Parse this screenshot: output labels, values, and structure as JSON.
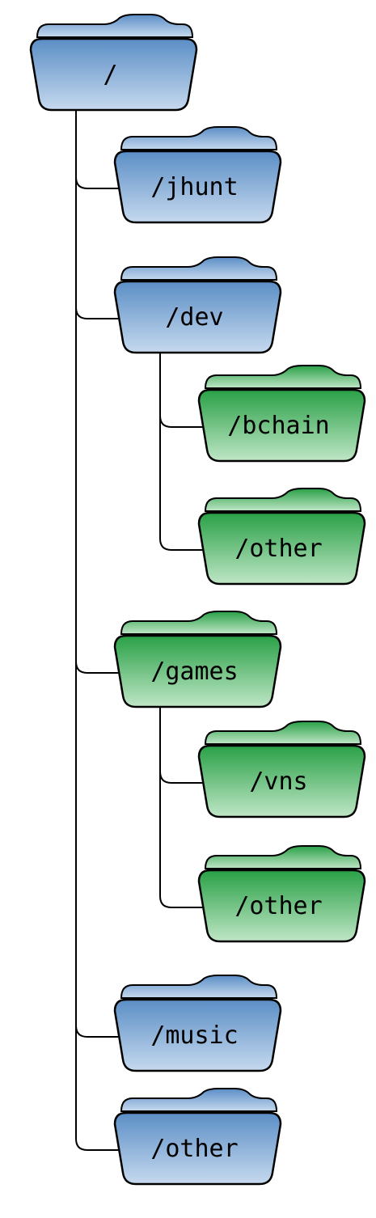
{
  "colors": {
    "blue_top": "#5b8ec6",
    "blue_bottom": "#c6d9ee",
    "green_top": "#29a046",
    "green_bottom": "#bfe6c6",
    "outline": "#000000"
  },
  "tree": {
    "root": {
      "label": "/",
      "color": "blue"
    },
    "children": [
      {
        "label": "/jhunt",
        "color": "blue",
        "children": []
      },
      {
        "label": "/dev",
        "color": "blue",
        "children": [
          {
            "label": "/bchain",
            "color": "green"
          },
          {
            "label": "/other",
            "color": "green"
          }
        ]
      },
      {
        "label": "/games",
        "color": "green",
        "children": [
          {
            "label": "/vns",
            "color": "green"
          },
          {
            "label": "/other",
            "color": "green"
          }
        ]
      },
      {
        "label": "/music",
        "color": "blue",
        "children": []
      },
      {
        "label": "/other",
        "color": "blue",
        "children": []
      }
    ]
  }
}
